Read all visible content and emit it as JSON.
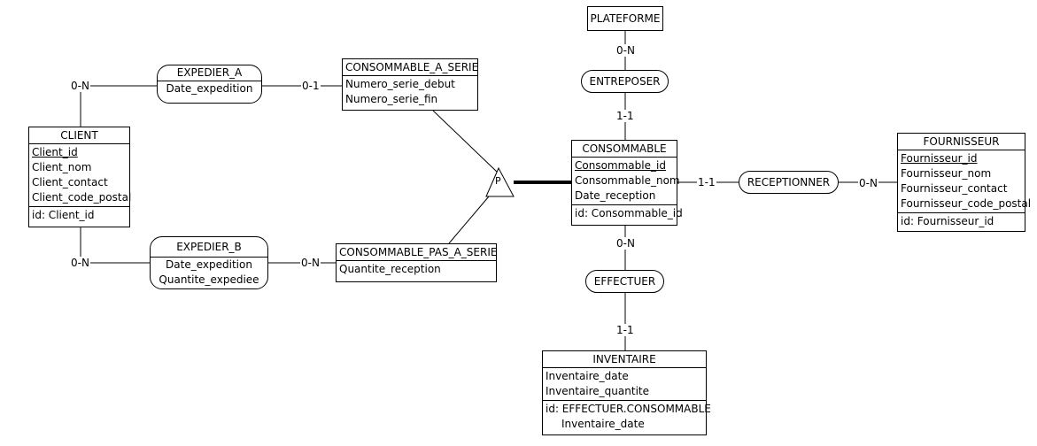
{
  "entities": {
    "plateforme": {
      "title": "PLATEFORME"
    },
    "client": {
      "title": "CLIENT",
      "attrs": [
        "Client_id",
        "Client_nom",
        "Client_contact",
        "Client_code_postal"
      ],
      "id": "id: Client_id"
    },
    "consommable_a_serie": {
      "title": "CONSOMMABLE_A_SERIE",
      "attrs": [
        "Numero_serie_debut",
        "Numero_serie_fin"
      ]
    },
    "consommable": {
      "title": "CONSOMMABLE",
      "attrs": [
        "Consommable_id",
        "Consommable_nom",
        "Date_reception"
      ],
      "id": "id: Consommable_id"
    },
    "fournisseur": {
      "title": "FOURNISSEUR",
      "attrs": [
        "Fournisseur_id",
        "Fournisseur_nom",
        "Fournisseur_contact",
        "Fournisseur_code_postal"
      ],
      "id": "id: Fournisseur_id"
    },
    "consommable_pas_a_serie": {
      "title": "CONSOMMABLE_PAS_A_SERIE",
      "attrs": [
        "Quantite_reception"
      ]
    },
    "inventaire": {
      "title": "INVENTAIRE",
      "attrs": [
        "Inventaire_date",
        "Inventaire_quantite"
      ],
      "id": "id: EFFECTUER.CONSOMMABLE",
      "id2": "Inventaire_date"
    }
  },
  "associations": {
    "expedier_a": {
      "title": "EXPEDIER_A",
      "attrs": [
        "Date_expedition"
      ]
    },
    "expedier_b": {
      "title": "EXPEDIER_B",
      "attrs": [
        "Date_expedition",
        "Quantite_expediee"
      ]
    },
    "entreposer": {
      "title": "ENTREPOSER"
    },
    "receptionner": {
      "title": "RECEPTIONNER"
    },
    "effectuer": {
      "title": "EFFECTUER"
    }
  },
  "cardinalities": {
    "client_expedier_a": "0-N",
    "expedier_a_serie": "0-1",
    "client_expedier_b": "0-N",
    "expedier_b_pas_serie": "0-N",
    "plateforme_entreposer": "0-N",
    "entreposer_consommable": "1-1",
    "consommable_receptionner": "1-1",
    "receptionner_fournisseur": "0-N",
    "consommable_effectuer": "0-N",
    "effectuer_inventaire": "1-1"
  },
  "partition": {
    "label": "P"
  }
}
